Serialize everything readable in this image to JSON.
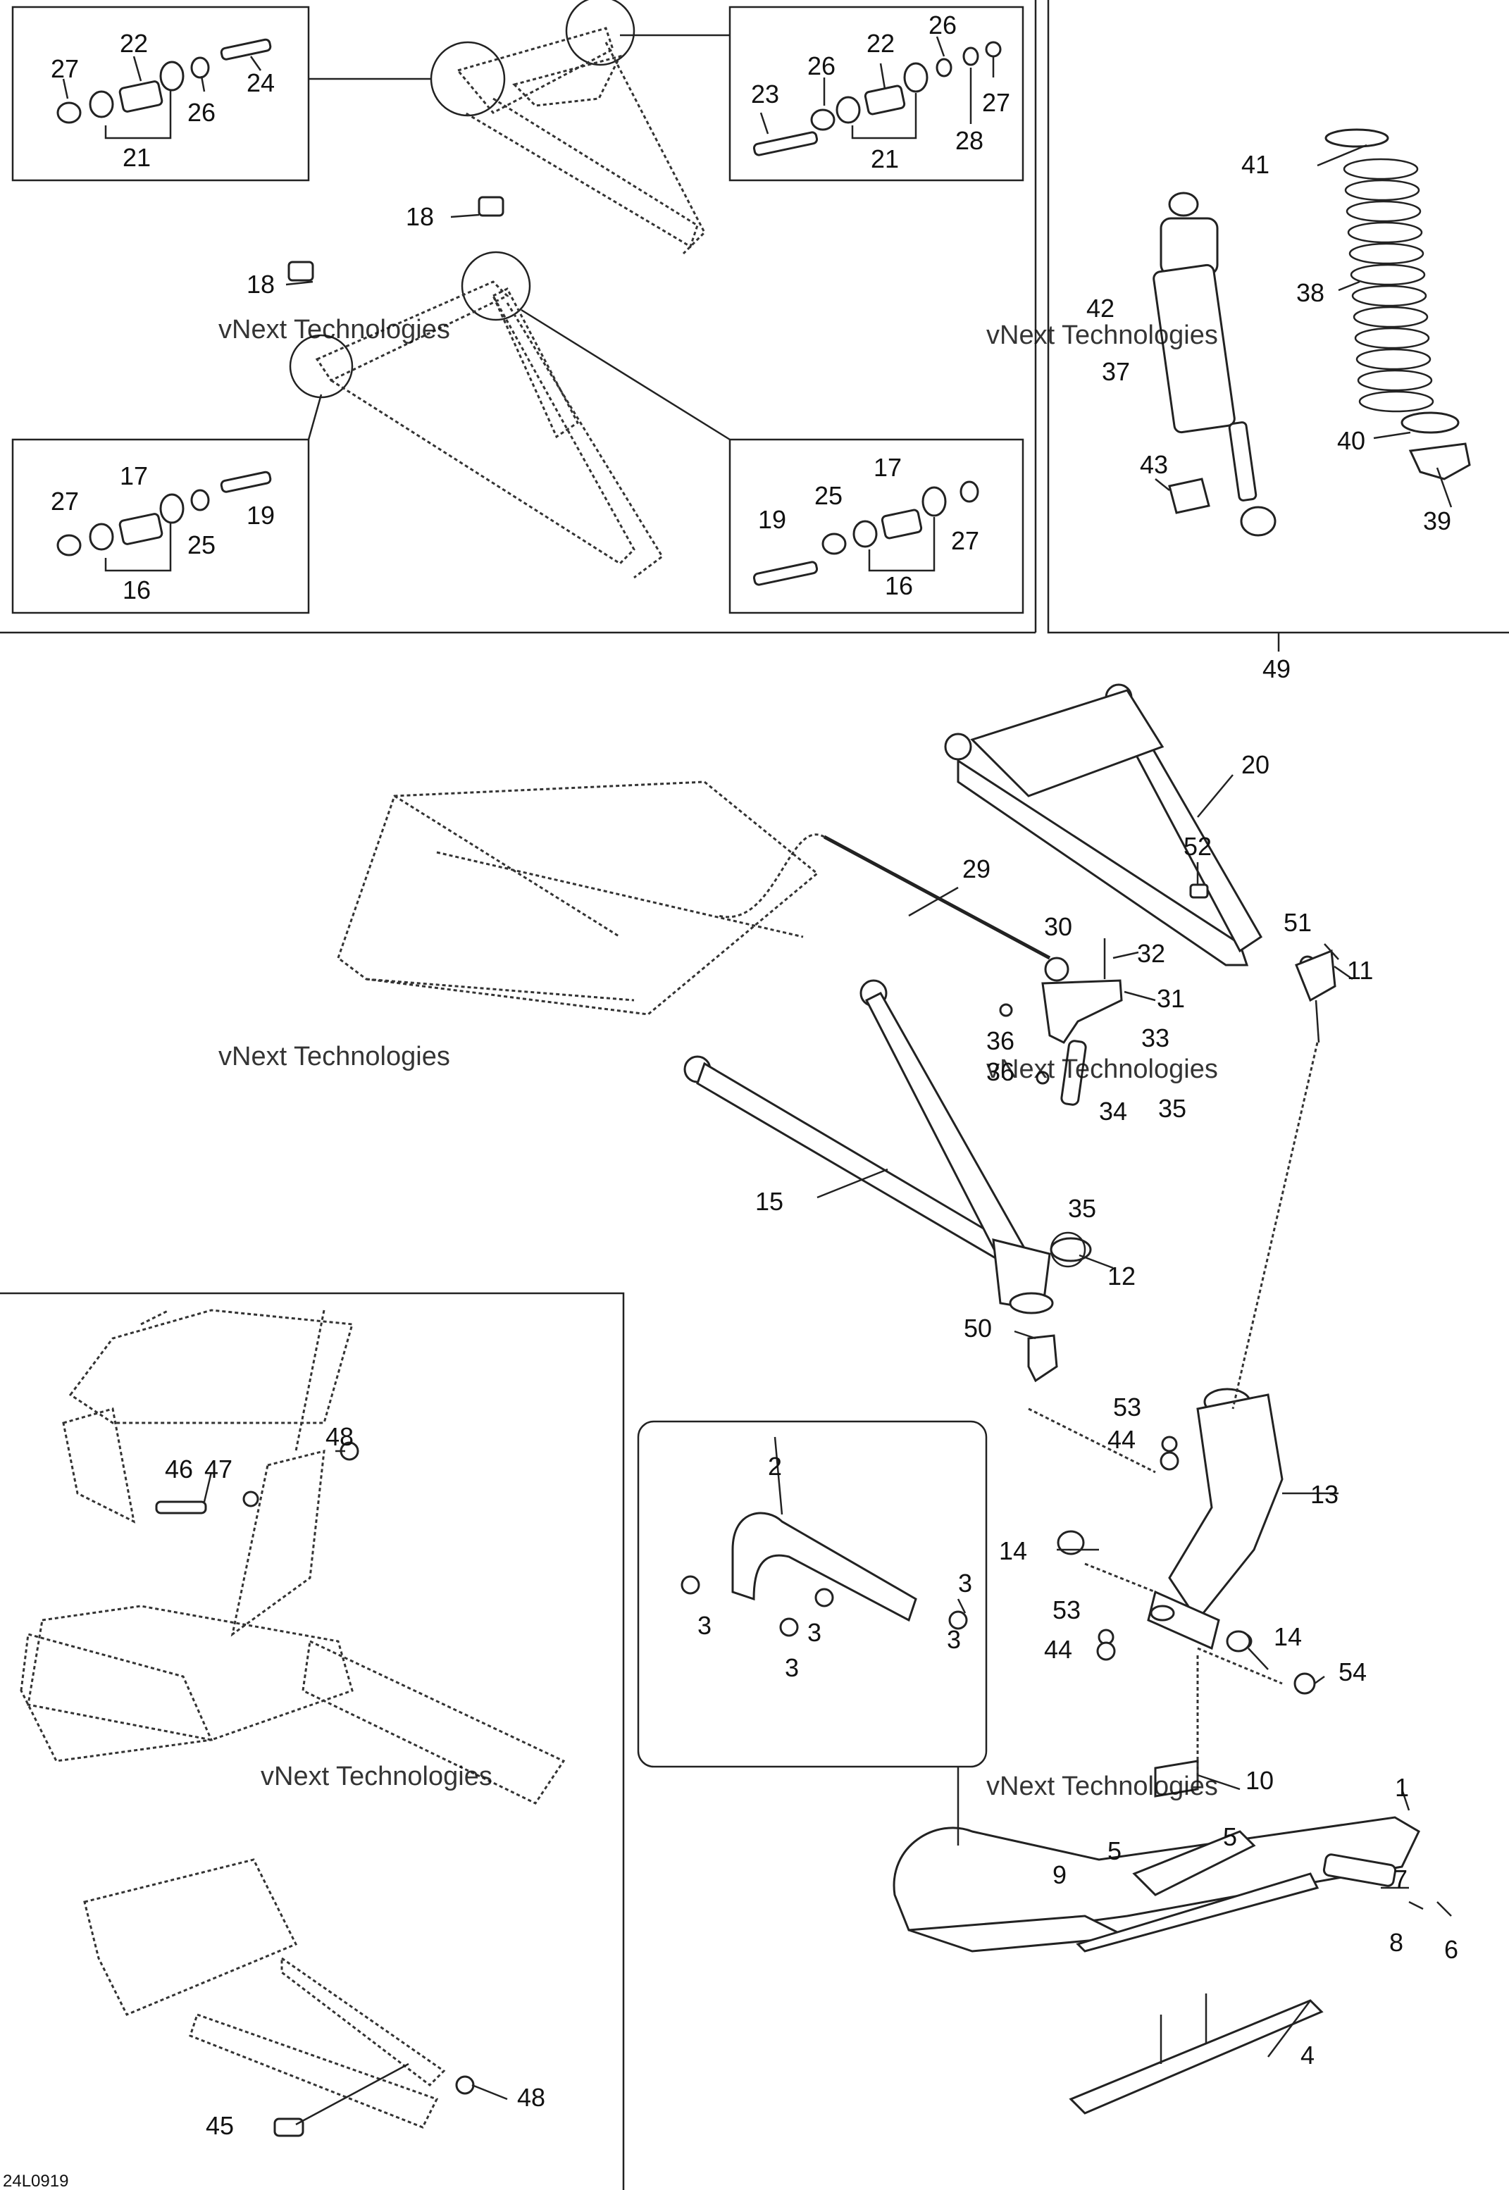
{
  "diagram_code": "24L0919",
  "watermark": {
    "line1": "vNext Technologies",
    "line2": "vNext",
    "line3": "Technologies"
  },
  "callouts": {
    "c1": "1",
    "c2": "2",
    "c3": "3",
    "c4": "4",
    "c5": "5",
    "c6": "6",
    "c7": "7",
    "c8": "8",
    "c9": "9",
    "c10": "10",
    "c11": "11",
    "c12": "12",
    "c13": "13",
    "c14": "14",
    "c15": "15",
    "c16": "16",
    "c17": "17",
    "c18": "18",
    "c19": "19",
    "c20": "20",
    "c21": "21",
    "c22": "22",
    "c23": "23",
    "c24": "24",
    "c25": "25",
    "c26": "26",
    "c27": "27",
    "c28": "28",
    "c29": "29",
    "c30": "30",
    "c31": "31",
    "c32": "32",
    "c33": "33",
    "c34": "34",
    "c35": "35",
    "c36": "36",
    "c37": "37",
    "c38": "38",
    "c39": "39",
    "c40": "40",
    "c41": "41",
    "c42": "42",
    "c43": "43",
    "c44": "44",
    "c45": "45",
    "c46": "46",
    "c47": "47",
    "c48": "48",
    "c49": "49",
    "c50": "50",
    "c51": "51",
    "c52": "52",
    "c53": "53",
    "c54": "54"
  }
}
